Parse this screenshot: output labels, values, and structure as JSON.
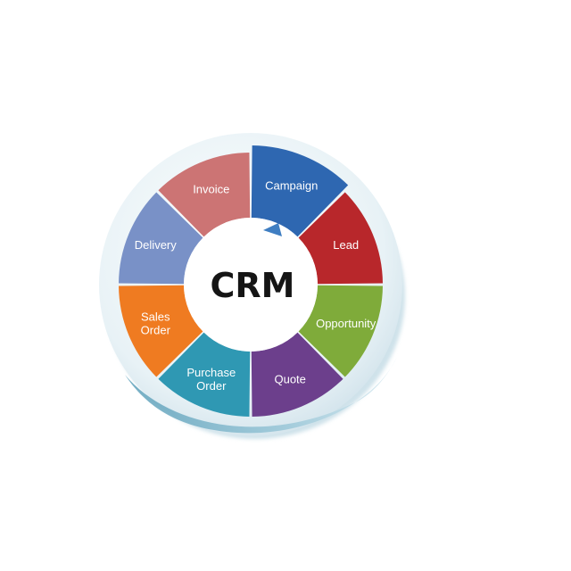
{
  "diagram": {
    "center_label": "CRM",
    "segments": [
      {
        "id": "campaign",
        "lines": [
          "Campaign"
        ],
        "color": "#2e67b1"
      },
      {
        "id": "lead",
        "lines": [
          "Lead"
        ],
        "color": "#b8272b"
      },
      {
        "id": "opportunity",
        "lines": [
          "Opportunity"
        ],
        "color": "#7fab3a"
      },
      {
        "id": "quote",
        "lines": [
          "Quote"
        ],
        "color": "#6c3f8c"
      },
      {
        "id": "purchase-order",
        "lines": [
          "Purchase",
          "Order"
        ],
        "color": "#2f98b3"
      },
      {
        "id": "sales-order",
        "lines": [
          "Sales",
          "Order"
        ],
        "color": "#ef7b21"
      },
      {
        "id": "delivery",
        "lines": [
          "Delivery"
        ],
        "color": "#7991c7"
      },
      {
        "id": "invoice",
        "lines": [
          "Invoice"
        ],
        "color": "#cc7474"
      }
    ],
    "colors": {
      "disc": "#dcebf1",
      "hub": "#ffffff",
      "swoosh": "#7fb3c8",
      "arrow": "#3f7ec2"
    }
  }
}
